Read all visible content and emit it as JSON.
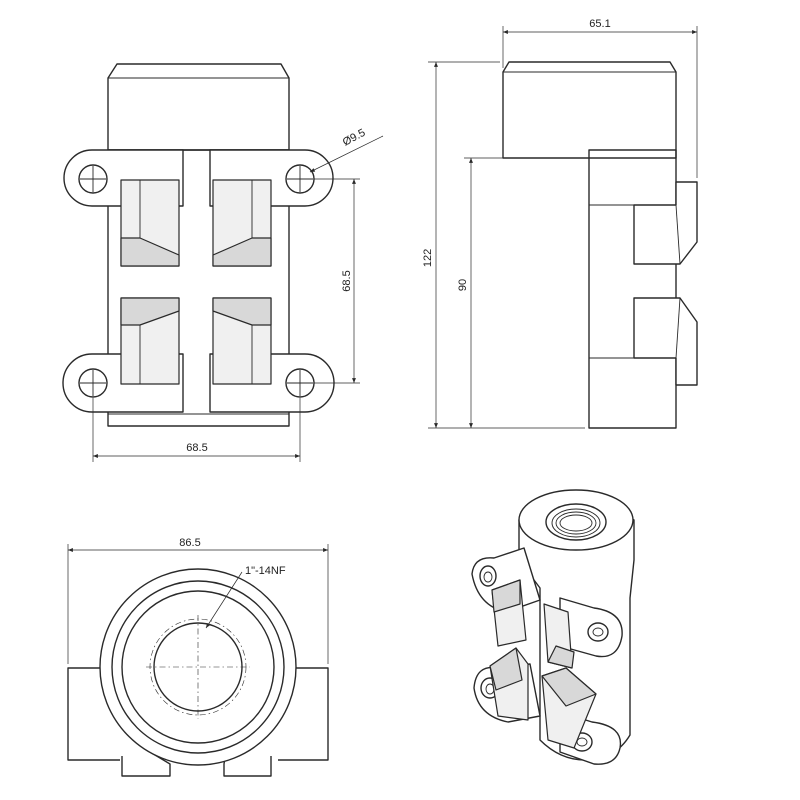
{
  "dimensions": {
    "front_width": "68.5",
    "front_hole_spacing": "68.5",
    "hole_diameter": "Ø9.5",
    "side_depth": "65.1",
    "side_total_height": "122",
    "side_body_height": "90",
    "bottom_width": "86.5",
    "thread": "1\"-14NF"
  },
  "colors": {
    "line": "#2a2a2a",
    "face": "#ffffff",
    "shade": "#f0f0f0",
    "dark_shade": "#d8d8d8"
  }
}
